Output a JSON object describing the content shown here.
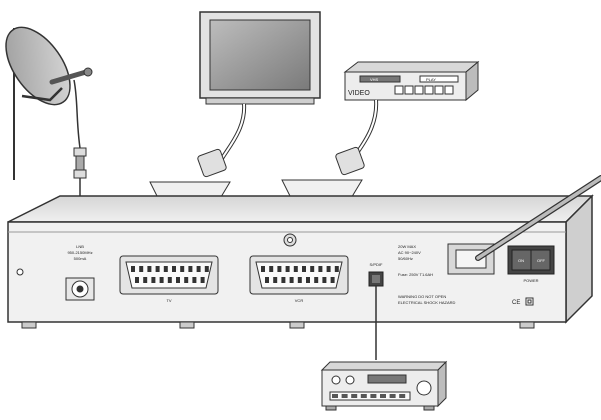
{
  "diagram": {
    "devices": {
      "receiver": {
        "lnb_label": "LNB",
        "lnb_spec_1": "950-2150MHz",
        "lnb_spec_2": "500mA",
        "tv_port_label": "TV",
        "vcr_port_label": "VCR",
        "spdif_label": "S/PDIF",
        "power_spec_1": "20W MAX",
        "power_spec_2": "AC 90~240V",
        "power_spec_3": "50/60Hz",
        "fuse_label": "Fuse: 250V T1.6AH",
        "warning_1": "WARNING DO NOT OPEN",
        "warning_2": "ELECTRICAL SHOCK HAZARD",
        "switch_on": "ON",
        "switch_off": "OFF",
        "power_label": "POWER",
        "ce_mark": "CE"
      },
      "vcr": {
        "brand": "VIDEO",
        "display_1": "VHS",
        "display_2": "PLAY"
      }
    },
    "colors": {
      "line": "#333333",
      "panel": "#e6e6e6",
      "panel_dark": "#c8c8c8",
      "screen": "#8a8a8a"
    }
  }
}
